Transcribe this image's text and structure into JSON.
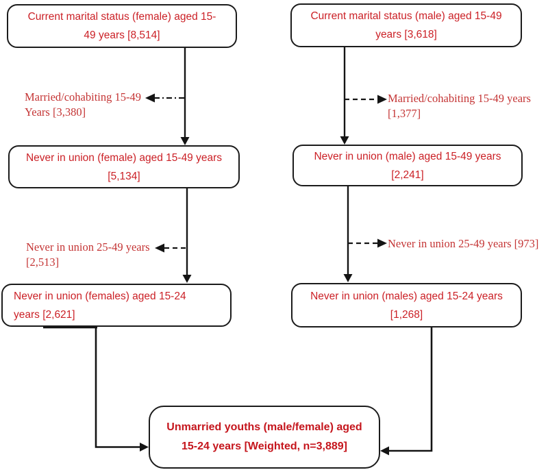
{
  "figure": {
    "type": "flowchart",
    "colors": {
      "box_text": "#cb2026",
      "final_box_text": "#c5161d",
      "edge_label_text": "#c43434",
      "line_color": "#141414",
      "box_border": "#1b1b1b",
      "background": "#ffffff"
    },
    "boxes": {
      "female_top": {
        "line1": "Current marital status (female) aged 15-",
        "line2": "49 years [8,514]"
      },
      "male_top": {
        "line1": "Current marital status (male) aged 15-49",
        "line2": "years [3,618]"
      },
      "female_mid": {
        "line1": "Never in union (female) aged 15-49 years",
        "line2": "[5,134]"
      },
      "male_mid": {
        "line1": "Never in union (male) aged 15-49 years",
        "line2": "[2,241]"
      },
      "female_young": {
        "line1": "Never in union (females) aged 15-24",
        "line2": "years [2,621]"
      },
      "male_young": {
        "line1": "Never in union (males) aged 15-24 years",
        "line2": "[1,268]"
      },
      "final": {
        "line1": "Unmarried youths (male/female) aged",
        "line2": "15-24 years [Weighted, n=3,889]"
      }
    },
    "edge_labels": {
      "female_married": {
        "line1": "Married/cohabiting 15-49",
        "line2": "Years [3,380]"
      },
      "male_married": {
        "line1": "Married/cohabiting 15-49 years",
        "line2": "[1,377]"
      },
      "female_never_older": {
        "line1": "Never in union 25-49 years",
        "line2": "[2,513]"
      },
      "male_never_older": {
        "line1": "Never in union 25-49 years [973]",
        "line2": ""
      }
    }
  }
}
